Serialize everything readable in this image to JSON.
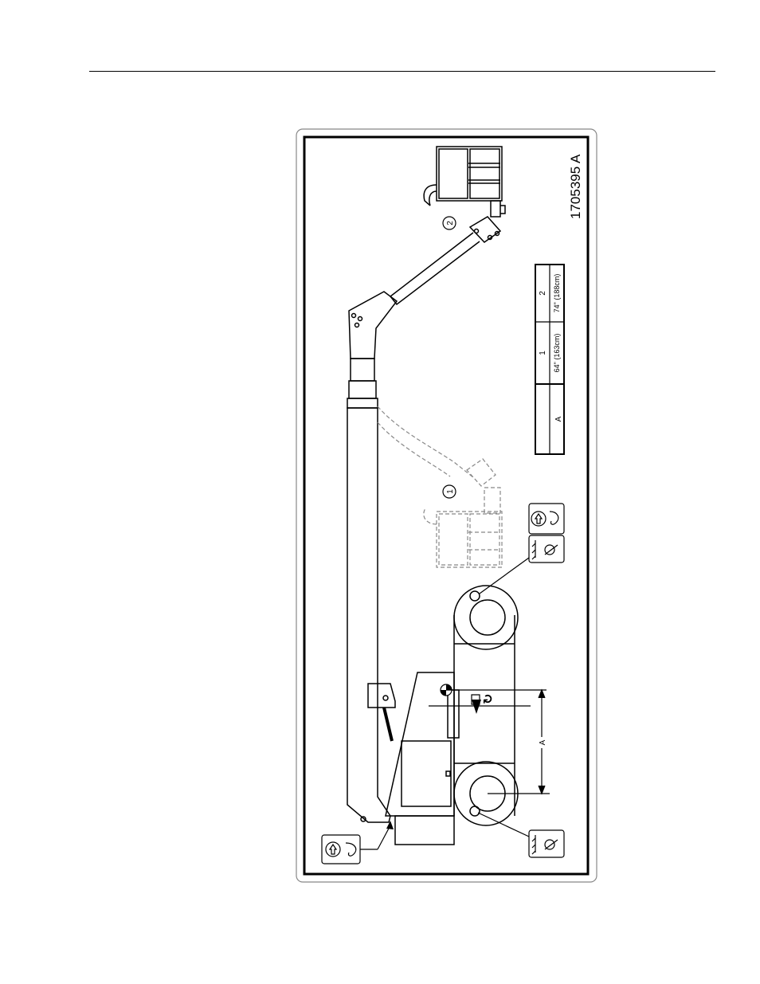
{
  "figure": {
    "part_number": "1705395 A",
    "table": {
      "header_label": "A",
      "columns": [
        "1",
        "2"
      ],
      "values": [
        "64\" (163cm)",
        "74\" (188cm)"
      ]
    },
    "positions": [
      "1",
      "2"
    ],
    "dimension_label": "A"
  }
}
